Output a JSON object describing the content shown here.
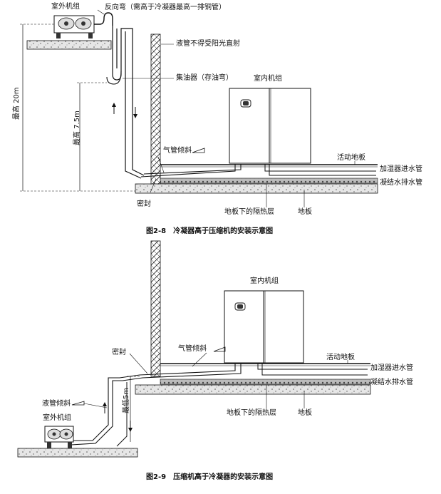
{
  "figure1": {
    "outdoor_unit": "室外机组",
    "reverse_bend": "反向弯（需高于冷凝器最高一排铜管）",
    "liquid_no_sun": "液管不得受阳光直射",
    "oil_trap": "集油器（存油弯）",
    "indoor_unit": "室内机组",
    "max_20m": "最高 20m",
    "max_7_5m": "最高 7.5m",
    "gas_slope": "气管倾斜",
    "raised_floor": "活动地板",
    "humidifier_pipe": "加湿器进水管",
    "condensate_pipe": "凝结水排水管",
    "seal": "密封",
    "insulation": "地板下的隔热层",
    "floor": "地板",
    "caption": "图2-8　冷凝器高于压缩机的安装示意图"
  },
  "figure2": {
    "indoor_unit": "室内机组",
    "seal": "密封",
    "gas_slope": "气管倾斜",
    "raised_floor": "活动地板",
    "humidifier_pipe": "加湿器进水管",
    "condensate_pipe": "凝结水排水管",
    "liquid_slope": "液管倾斜",
    "min_5m": "最低5m",
    "outdoor_unit": "室外机组",
    "insulation": "地板下的隔热层",
    "floor": "地板",
    "caption": "图2-9　压缩机高于冷凝器的安装示意图"
  }
}
